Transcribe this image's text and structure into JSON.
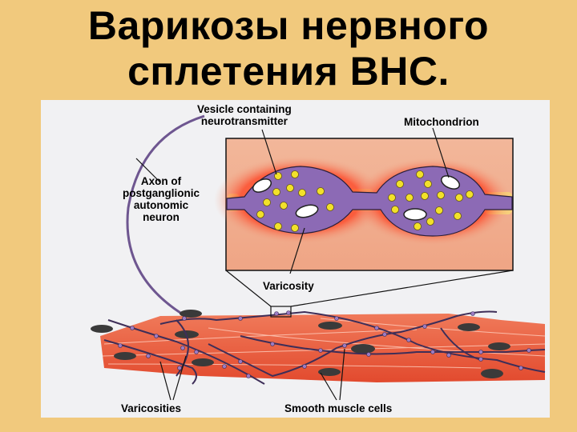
{
  "slide": {
    "title_line1": "Варикозы нервного",
    "title_line2": "сплетения ВНС.",
    "background_color": "#F1C97D",
    "panel_color": "#F1F1F3"
  },
  "figure": {
    "labels": {
      "vesicle_line1": "Vesicle containing",
      "vesicle_line2": "neurotransmitter",
      "mitochondrion": "Mitochondrion",
      "axon_line1": "Axon of",
      "axon_line2": "postganglionic",
      "axon_line3": "autonomic",
      "axon_line4": "neuron",
      "varicosity": "Varicosity",
      "varicosities": "Varicosities",
      "smooth_muscle": "Smooth muscle cells"
    },
    "colors": {
      "axon": "#7A5BA0",
      "vesicle": "#F2E12A",
      "muscle": "#E8553A",
      "nucleus": "#3A3A3A",
      "inset_bg": "#F0A88A"
    }
  }
}
